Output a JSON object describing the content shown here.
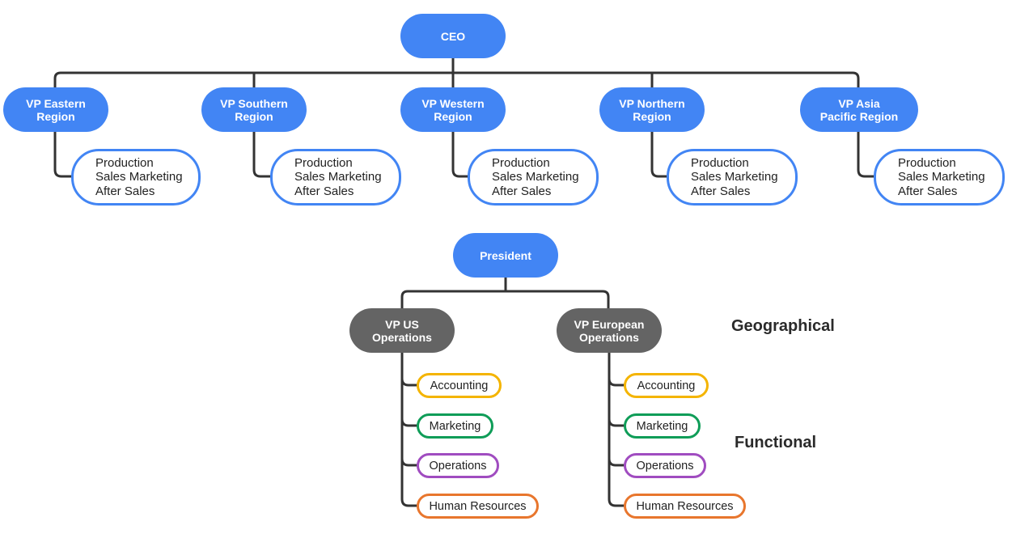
{
  "top_chart": {
    "root": "CEO",
    "regions": [
      {
        "title": "VP Eastern\nRegion",
        "departments": [
          "Production",
          "Sales Marketing",
          "After Sales"
        ]
      },
      {
        "title": "VP Southern\nRegion",
        "departments": [
          "Production",
          "Sales Marketing",
          "After Sales"
        ]
      },
      {
        "title": "VP Western\nRegion",
        "departments": [
          "Production",
          "Sales Marketing",
          "After Sales"
        ]
      },
      {
        "title": "VP Northern\nRegion",
        "departments": [
          "Production",
          "Sales Marketing",
          "After Sales"
        ]
      },
      {
        "title": "VP Asia\nPacific Region",
        "departments": [
          "Production",
          "Sales Marketing",
          "After Sales"
        ]
      }
    ]
  },
  "bottom_chart": {
    "root": "President",
    "divisions": [
      {
        "title": "VP US\nOperations",
        "functions": [
          "Accounting",
          "Marketing",
          "Operations",
          "Human Resources"
        ]
      },
      {
        "title": "VP European\nOperations",
        "functions": [
          "Accounting",
          "Marketing",
          "Operations",
          "Human Resources"
        ]
      }
    ]
  },
  "labels": {
    "geographical": "Geographical",
    "functional": "Functional"
  },
  "colors": {
    "node_blue": "#4285f4",
    "node_grey": "#646464",
    "connector": "#333333",
    "accounting": "#f4b400",
    "marketing": "#0f9d58",
    "operations": "#a04cc0",
    "human_resources": "#e8762d"
  }
}
